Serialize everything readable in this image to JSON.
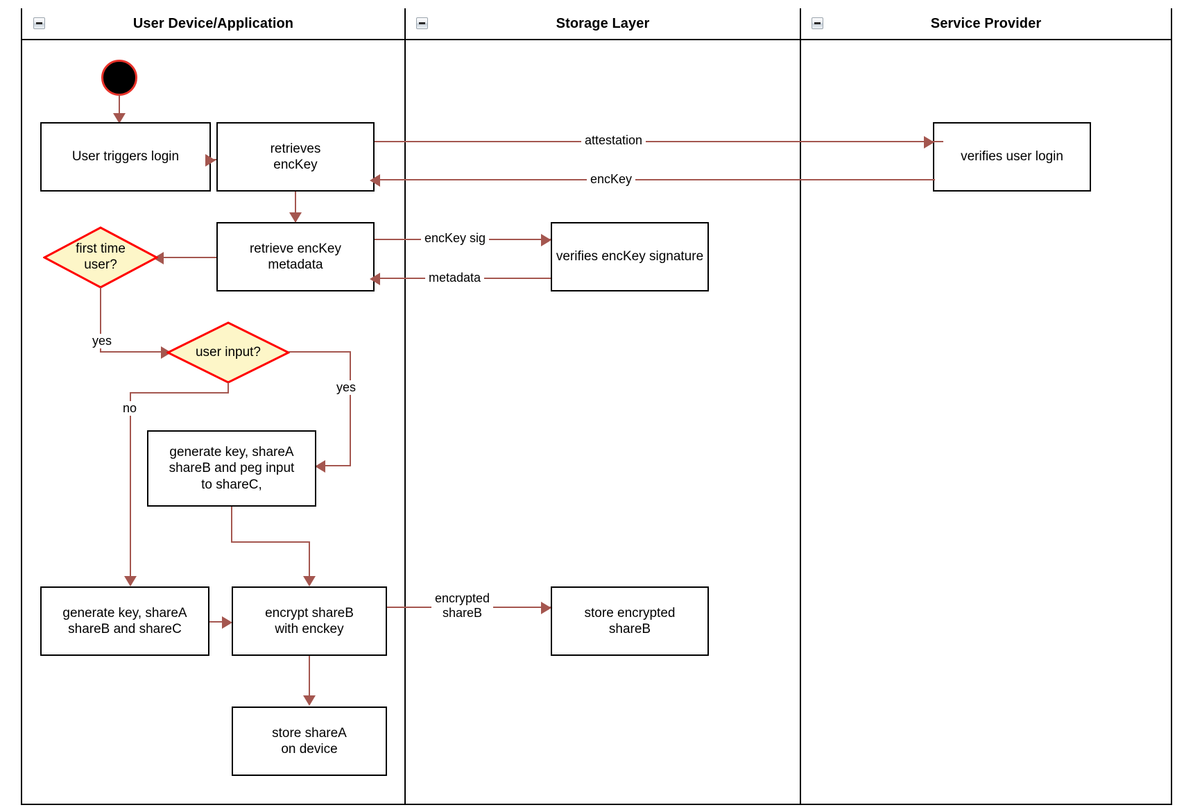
{
  "diagram": {
    "type": "swimlane-activity-diagram",
    "lanes": [
      {
        "id": "user-device",
        "title": "User Device/Application",
        "collapse_icon": "minus-box-icon"
      },
      {
        "id": "storage-layer",
        "title": "Storage Layer",
        "collapse_icon": "minus-box-icon"
      },
      {
        "id": "service-provider",
        "title": "Service Provider",
        "collapse_icon": "minus-box-icon"
      }
    ],
    "start_node": {
      "name": "initial-node",
      "shape": "filled-circle"
    },
    "nodes": [
      {
        "id": "n1",
        "lane": "user-device",
        "shape": "activity",
        "label": "User triggers login"
      },
      {
        "id": "n2",
        "lane": "user-device",
        "shape": "activity",
        "label": "retrieves\nencKey"
      },
      {
        "id": "n3",
        "lane": "user-device",
        "shape": "activity",
        "label": "retrieve encKey\nmetadata"
      },
      {
        "id": "n4",
        "lane": "user-device",
        "shape": "decision",
        "label": "first time\nuser?"
      },
      {
        "id": "n5",
        "lane": "user-device",
        "shape": "decision",
        "label": "user input?"
      },
      {
        "id": "n6",
        "lane": "user-device",
        "shape": "activity",
        "label": "generate key, shareA\nshareB and peg input\nto shareC,"
      },
      {
        "id": "n7",
        "lane": "user-device",
        "shape": "activity",
        "label": "generate key, shareA\nshareB and shareC"
      },
      {
        "id": "n8",
        "lane": "user-device",
        "shape": "activity",
        "label": "encrypt shareB\nwith enckey"
      },
      {
        "id": "n9",
        "lane": "user-device",
        "shape": "activity",
        "label": "store shareA\non device"
      },
      {
        "id": "n10",
        "lane": "storage-layer",
        "shape": "activity",
        "label": "verifies encKey signature"
      },
      {
        "id": "n11",
        "lane": "storage-layer",
        "shape": "activity",
        "label": "store encrypted\nshareB"
      },
      {
        "id": "n12",
        "lane": "service-provider",
        "shape": "activity",
        "label": "verifies user login"
      }
    ],
    "edge_labels": {
      "attestation": "attestation",
      "enckey": "encKey",
      "enckey_sig": "encKey sig",
      "metadata": "metadata",
      "yes_first_time": "yes",
      "yes_user_input": "yes",
      "no_user_input": "no",
      "encrypted_shareb": "encrypted\nshareB"
    },
    "colors": {
      "edge": "#a4564f",
      "decision_fill": "#fdf6c8",
      "decision_stroke": "#ff0000",
      "node_stroke": "#000000",
      "lane_stroke": "#000000",
      "start_fill": "#000000",
      "start_stroke": "#e8322a",
      "background": "#ffffff"
    }
  }
}
